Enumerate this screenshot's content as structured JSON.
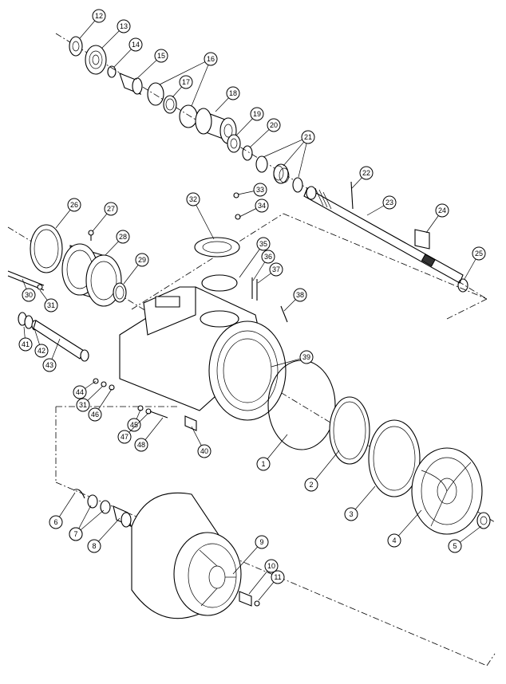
{
  "diagram": {
    "type": "exploded-parts-drawing",
    "callouts": [
      {
        "num": "1"
      },
      {
        "num": "2"
      },
      {
        "num": "3"
      },
      {
        "num": "4"
      },
      {
        "num": "5"
      },
      {
        "num": "6"
      },
      {
        "num": "7"
      },
      {
        "num": "7"
      },
      {
        "num": "8"
      },
      {
        "num": "9"
      },
      {
        "num": "10"
      },
      {
        "num": "11"
      },
      {
        "num": "12"
      },
      {
        "num": "13"
      },
      {
        "num": "14"
      },
      {
        "num": "15"
      },
      {
        "num": "16"
      },
      {
        "num": "17"
      },
      {
        "num": "18"
      },
      {
        "num": "19"
      },
      {
        "num": "20"
      },
      {
        "num": "21"
      },
      {
        "num": "22"
      },
      {
        "num": "23"
      },
      {
        "num": "24"
      },
      {
        "num": "25"
      },
      {
        "num": "26"
      },
      {
        "num": "27"
      },
      {
        "num": "28"
      },
      {
        "num": "29"
      },
      {
        "num": "30"
      },
      {
        "num": "31"
      },
      {
        "num": "31"
      },
      {
        "num": "32"
      },
      {
        "num": "33"
      },
      {
        "num": "34"
      },
      {
        "num": "35"
      },
      {
        "num": "36"
      },
      {
        "num": "37"
      },
      {
        "num": "38"
      },
      {
        "num": "39"
      },
      {
        "num": "40"
      },
      {
        "num": "41"
      },
      {
        "num": "42"
      },
      {
        "num": "43"
      },
      {
        "num": "44"
      },
      {
        "num": "45"
      },
      {
        "num": "46"
      },
      {
        "num": "47"
      },
      {
        "num": "48"
      }
    ]
  }
}
